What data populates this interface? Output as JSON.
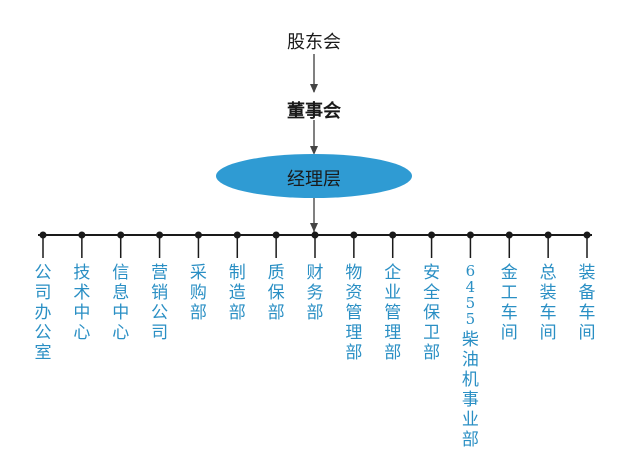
{
  "top": {
    "shareholders": "股东会",
    "board": "董事会",
    "management": "经理层"
  },
  "colors": {
    "ellipse_fill": "#2f9bd3",
    "dept_text": "#2a8fc4",
    "lines": "#1a1a1a"
  },
  "departments": [
    {
      "label": "公司办公室"
    },
    {
      "label": "技术中心"
    },
    {
      "label": "信息中心"
    },
    {
      "label": "营销公司"
    },
    {
      "label": "采购部"
    },
    {
      "label": "制造部"
    },
    {
      "label": "质保部"
    },
    {
      "label": "财务部"
    },
    {
      "label": "物资管理部"
    },
    {
      "label": "企业管理部"
    },
    {
      "label": "安全保卫部"
    },
    {
      "label": "6455 柴油机事业部"
    },
    {
      "label": "金工车间"
    },
    {
      "label": "总装车间"
    },
    {
      "label": "装备车间"
    }
  ]
}
